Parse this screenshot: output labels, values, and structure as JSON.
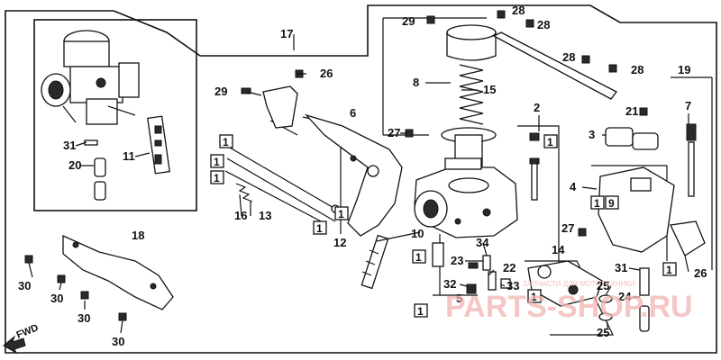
{
  "labels": {
    "l17": "17",
    "l28a": "28",
    "l28b": "28",
    "l28c": "28",
    "l28d": "28",
    "l29a": "29",
    "l29b": "29",
    "l8": "8",
    "l15": "15",
    "l26a": "26",
    "l19": "19",
    "l21": "21",
    "l7": "7",
    "l6": "6",
    "l2": "2",
    "l3": "3",
    "l27a": "27",
    "l27b": "27",
    "l31a": "31",
    "l11": "11",
    "l20": "20",
    "l4": "4",
    "l16": "16",
    "l13": "13",
    "l12": "12",
    "l10": "10",
    "l34": "34",
    "l23": "23",
    "l22": "22",
    "l14": "14",
    "l32": "32",
    "l33": "33",
    "l5": "5",
    "l18": "18",
    "l30a": "30",
    "l30b": "30",
    "l30c": "30",
    "l30d": "30",
    "l31b": "31",
    "l25a": "25",
    "l24": "24",
    "l25b": "25",
    "l26b": "26",
    "l9": "9"
  },
  "boxed_refs": {
    "b1a": "1",
    "b1b": "1",
    "b1c": "1",
    "b1d": "1",
    "b1e": "1",
    "b1f": "1",
    "b1g": "1",
    "b1h": "1",
    "b1i": "1",
    "b1j": "1",
    "b1k": "1",
    "b9": "9"
  },
  "forward_marker": "FWD",
  "watermark": {
    "main": "PARTS-SHOP.RU",
    "small": "ЗАПЧАСТИ ДЛЯ МОТОТЕХНИКИ"
  },
  "colors": {
    "line": "#111111",
    "background": "#ffffff",
    "watermark": "#f2b3b3"
  }
}
